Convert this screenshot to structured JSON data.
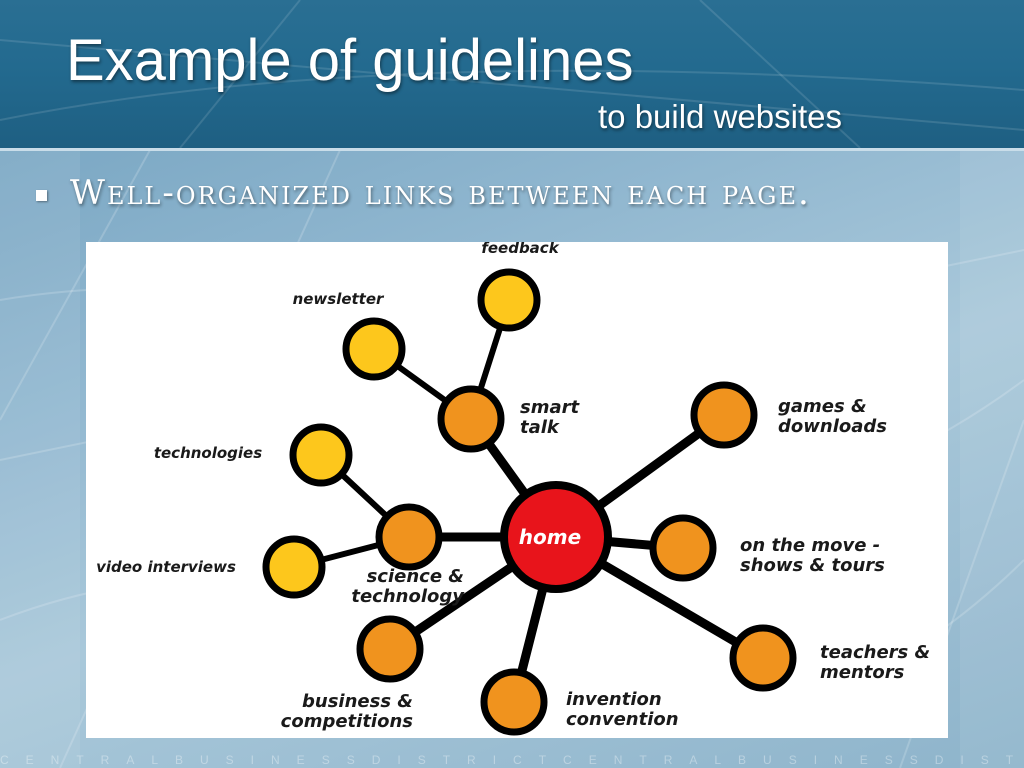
{
  "slide": {
    "title": "Example of guidelines",
    "subtitle": "to build websites",
    "bullet": "Well-organized links between each page.",
    "footer_text": "CENTRALBUSINESSDISTRICTCENTRALBUSINESSDISTRICTCENTRA"
  },
  "colors": {
    "hub": "#e8141b",
    "primary_node": "#f0931e",
    "secondary_node": "#fdc71c",
    "edge": "#000000"
  },
  "diagram": {
    "hub": {
      "id": "home",
      "label": "home"
    },
    "nodes": [
      {
        "id": "smart-talk",
        "label_lines": [
          "smart",
          "talk"
        ],
        "level": "primary",
        "parent": "home"
      },
      {
        "id": "games-downloads",
        "label_lines": [
          "games &",
          "downloads"
        ],
        "level": "primary",
        "parent": "home"
      },
      {
        "id": "on-the-move",
        "label_lines": [
          "on the move -",
          "shows & tours"
        ],
        "level": "primary",
        "parent": "home"
      },
      {
        "id": "teachers-mentors",
        "label_lines": [
          "teachers &",
          "mentors"
        ],
        "level": "primary",
        "parent": "home"
      },
      {
        "id": "invention-convention",
        "label_lines": [
          "invention",
          "convention"
        ],
        "level": "primary",
        "parent": "home"
      },
      {
        "id": "business-competitions",
        "label_lines": [
          "business &",
          "competitions"
        ],
        "level": "primary",
        "parent": "home"
      },
      {
        "id": "science-technology",
        "label_lines": [
          "science &",
          "technology"
        ],
        "level": "primary",
        "parent": "home"
      },
      {
        "id": "feedback",
        "label_lines": [
          "feedback"
        ],
        "level": "secondary",
        "parent": "smart-talk"
      },
      {
        "id": "newsletter",
        "label_lines": [
          "newsletter"
        ],
        "level": "secondary",
        "parent": "smart-talk"
      },
      {
        "id": "technologies",
        "label_lines": [
          "technologies"
        ],
        "level": "secondary",
        "parent": "science-technology"
      },
      {
        "id": "video-interviews",
        "label_lines": [
          "video interviews"
        ],
        "level": "secondary",
        "parent": "science-technology"
      }
    ]
  }
}
